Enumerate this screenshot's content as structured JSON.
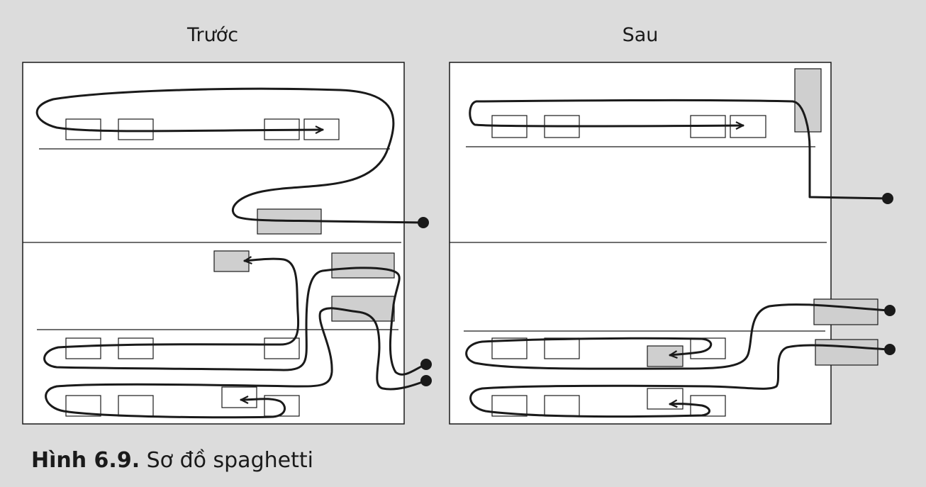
{
  "panels": {
    "before": {
      "title": "Trước"
    },
    "after": {
      "title": "Sau"
    }
  },
  "caption": {
    "number": "Hình 6.9.",
    "text": "Sơ đồ spaghetti"
  },
  "colors": {
    "background": "#dcdcdc",
    "panel_fill": "#ffffff",
    "shaded_box": "#cfcfcf",
    "stroke": "#1a1a1a"
  }
}
